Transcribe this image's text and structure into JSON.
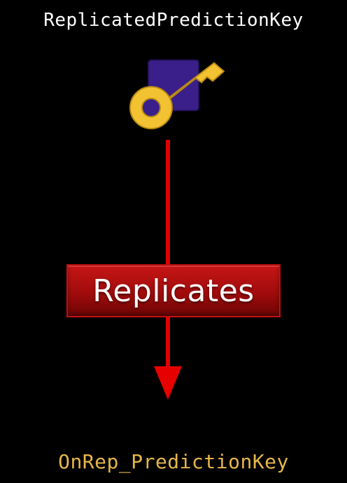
{
  "diagram": {
    "source_label": "ReplicatedPredictionKey",
    "edge_label": "Replicates",
    "target_label": "OnRep_PredictionKey",
    "icon": "key-icon"
  },
  "colors": {
    "background": "#000000",
    "source_text": "#ffffff",
    "target_text": "#e6b64a",
    "arrow": "#e00000",
    "box": "#a10b0b",
    "key_gold": "#f2c232",
    "key_square": "#3a1f8a"
  }
}
